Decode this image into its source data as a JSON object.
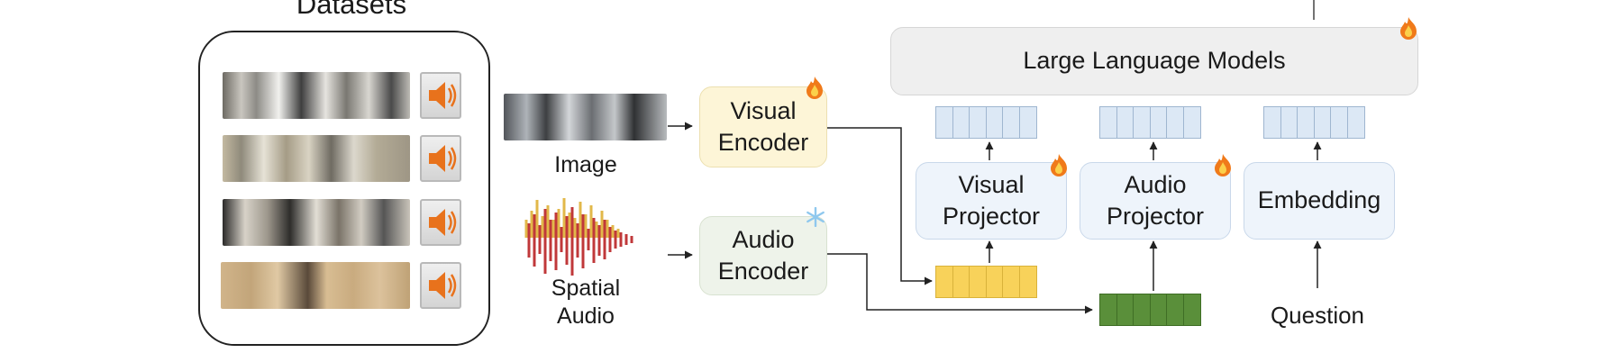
{
  "datasets": {
    "title": "Datasets",
    "rows": [
      {
        "thumb_icon": "panorama-office-image"
      },
      {
        "thumb_icon": "panorama-hallway-image"
      },
      {
        "thumb_icon": "panorama-room-image"
      },
      {
        "thumb_icon": "panorama-corridor-image"
      }
    ],
    "speaker_icon": "speaker-icon"
  },
  "inputs": {
    "image_label": "Image",
    "audio_label": "Spatial\nAudio"
  },
  "encoders": {
    "visual": "Visual\nEncoder",
    "audio": "Audio\nEncoder"
  },
  "projectors": {
    "visual": "Visual\nProjector",
    "audio": "Audio\nProjector",
    "embedding": "Embedding"
  },
  "llm": {
    "label": "Large Language Models"
  },
  "question_label": "Question",
  "trainable_icon": "fire-icon",
  "frozen_icon": "snowflake-icon",
  "colors": {
    "visual_encoder_fill": "#fdf5d7",
    "audio_encoder_fill": "#eef3ea",
    "projector_fill": "#eef4fb",
    "llm_fill": "#efefef",
    "token_blue": "#dce8f5",
    "token_yellow": "#f8d25a",
    "token_green": "#5a8f3a",
    "flame": "#f07a1a",
    "snowflake": "#8fc8ee"
  }
}
